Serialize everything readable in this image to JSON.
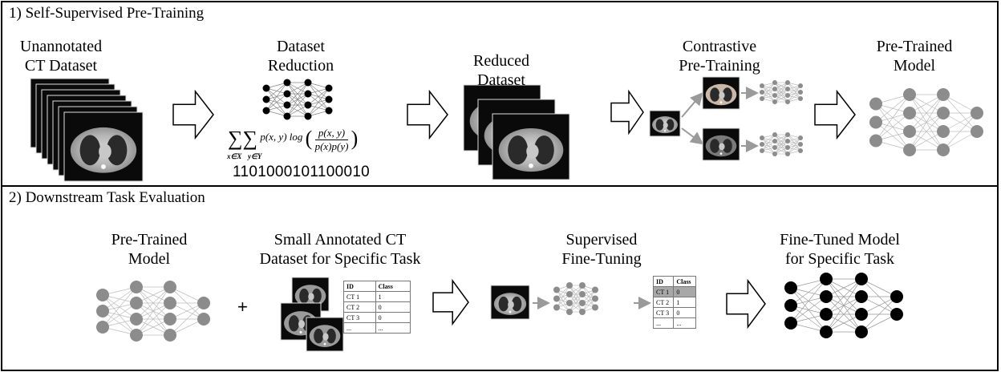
{
  "panel1": {
    "title": "1) Self-Supervised Pre-Training",
    "unannotated_line1": "Unannotated",
    "unannotated_line2": "CT Dataset",
    "reduction_line1": "Dataset",
    "reduction_line2": "Reduction",
    "formula": "∑ ∑ p(x,y) log ( p(x,y) / p(x)p(y) )",
    "formula_sub1": "x∈X",
    "formula_sub2": "y∈Y",
    "binary": "1101000101100010",
    "reduced_line1": "Reduced",
    "reduced_line2": "Dataset",
    "contrastive_line1": "Contrastive",
    "contrastive_line2": "Pre-Training",
    "pretrained_line1": "Pre-Trained",
    "pretrained_line2": "Model"
  },
  "panel2": {
    "title": "2) Downstream Task Evaluation",
    "pretrained_line1": "Pre-Trained",
    "pretrained_line2": "Model",
    "plus": "+",
    "small_line1": "Small Annotated CT",
    "small_line2": "Dataset for Specific Task",
    "supervised_line1": "Supervised",
    "supervised_line2": "Fine-Tuning",
    "finetuned_line1": "Fine-Tuned Model",
    "finetuned_line2": "for Specific Task",
    "table1": {
      "headers": [
        "ID",
        "Class"
      ],
      "rows": [
        [
          "CT 1",
          "1"
        ],
        [
          "CT 2",
          "0"
        ],
        [
          "CT 3",
          "0"
        ],
        [
          "...",
          "..."
        ]
      ]
    },
    "table2": {
      "headers": [
        "ID",
        "Class"
      ],
      "rows": [
        [
          "CT 1",
          "0"
        ],
        [
          "CT 2",
          "1"
        ],
        [
          "CT 3",
          "0"
        ],
        [
          "...",
          "..."
        ]
      ]
    }
  },
  "colors": {
    "node_gray": "#8c8c8c",
    "node_black": "#000000",
    "edge_gray": "#bdbdbd",
    "arrow": "#000000"
  }
}
